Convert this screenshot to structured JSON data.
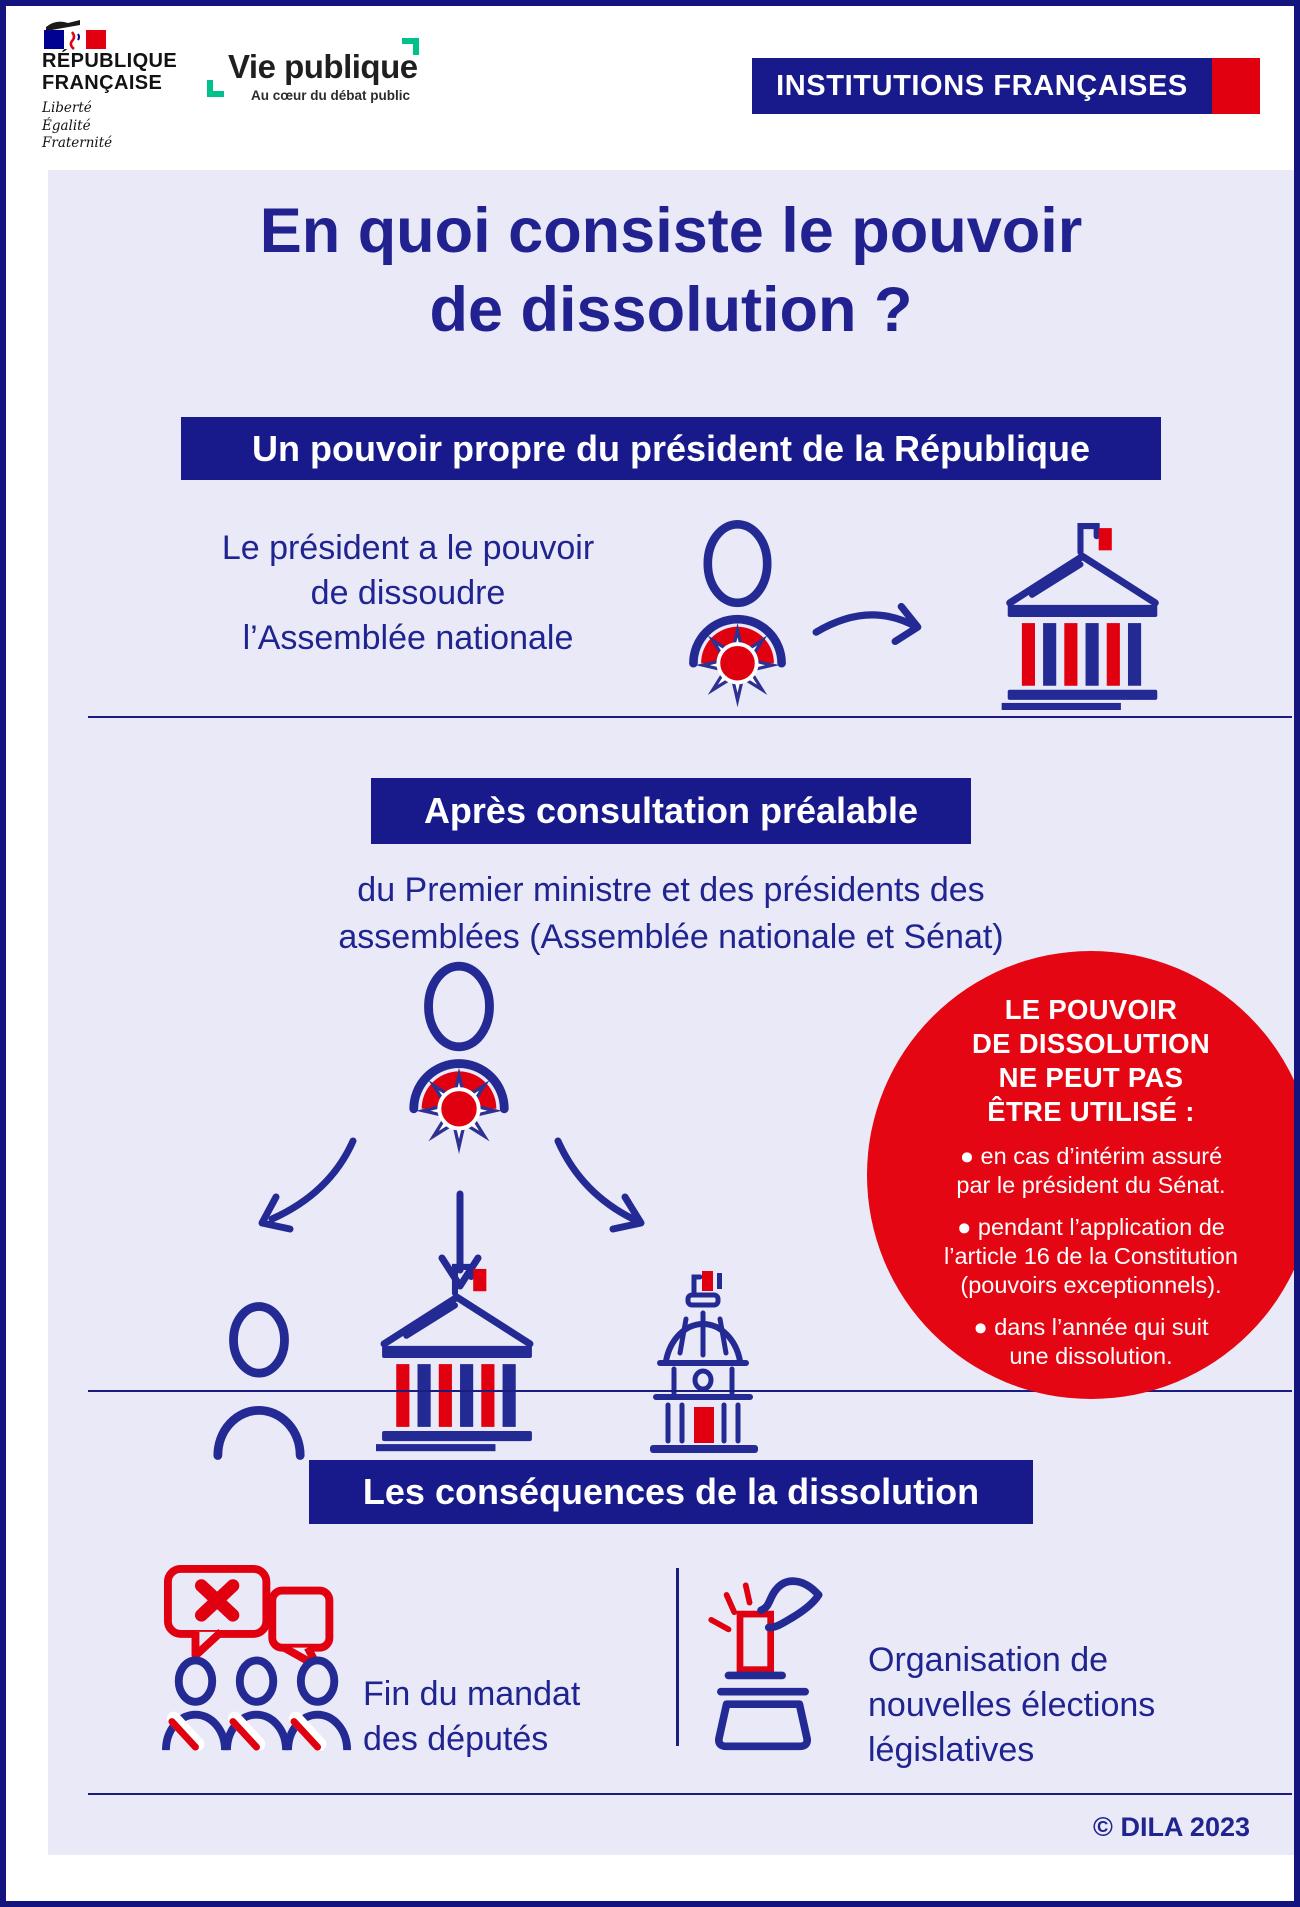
{
  "header": {
    "republic": {
      "line1": "RÉPUBLIQUE",
      "line2": "FRANÇAISE",
      "motto": [
        "Liberté",
        "Égalité",
        "Fraternité"
      ]
    },
    "vie_publique": {
      "name": "Vie publique",
      "tagline": "Au cœur du débat public"
    },
    "badge": "INSTITUTIONS FRANÇAISES"
  },
  "title": {
    "line1": "En quoi consiste le pouvoir",
    "line2": "de dissolution ?"
  },
  "section1": {
    "heading": "Un pouvoir propre du président de la République",
    "body": [
      "Le président a le pouvoir",
      "de dissoudre",
      "l’Assemblée nationale"
    ]
  },
  "section2": {
    "heading": "Après consultation préalable",
    "body": [
      "du Premier ministre et des présidents des",
      "assemblées (Assemblée nationale et Sénat)"
    ]
  },
  "warning": {
    "heading": [
      "LE POUVOIR",
      "DE DISSOLUTION",
      "NE PEUT PAS",
      "ÊTRE UTILISÉ :"
    ],
    "bullet_char": "●",
    "bullets": [
      [
        "en cas d’intérim assuré",
        "par le président du Sénat."
      ],
      [
        "pendant l’application de",
        "l’article 16 de la Constitution",
        "(pouvoirs exceptionnels)."
      ],
      [
        "dans l’année qui suit",
        "une dissolution."
      ]
    ]
  },
  "section3": {
    "heading": "Les conséquences de la dissolution",
    "consequence1": [
      "Fin du mandat",
      "des députés"
    ],
    "consequence2": [
      "Organisation de",
      "nouvelles élections",
      "législatives"
    ]
  },
  "footer": {
    "copyright": "© DILA 2023"
  },
  "colors": {
    "navy": "#181a8c",
    "icon_navy": "#242a94",
    "red": "#e1000f",
    "circle_red": "#e40613",
    "panel": "#e9e9f7",
    "green": "#00c08b"
  },
  "icons": {
    "tricolor": "french-flag-marianne-icon",
    "brackets": "vie-publique-corner-brackets-icon",
    "president": "president-with-honor-medal-icon",
    "assembly": "assemblee-nationale-building-icon",
    "senate": "senat-dome-building-icon",
    "premier_ministre": "person-icon",
    "arrows": "flow-arrow-icons",
    "deputies": "crossed-speech-bubble-deputies-icon",
    "ballot": "hand-ballot-box-icon"
  }
}
